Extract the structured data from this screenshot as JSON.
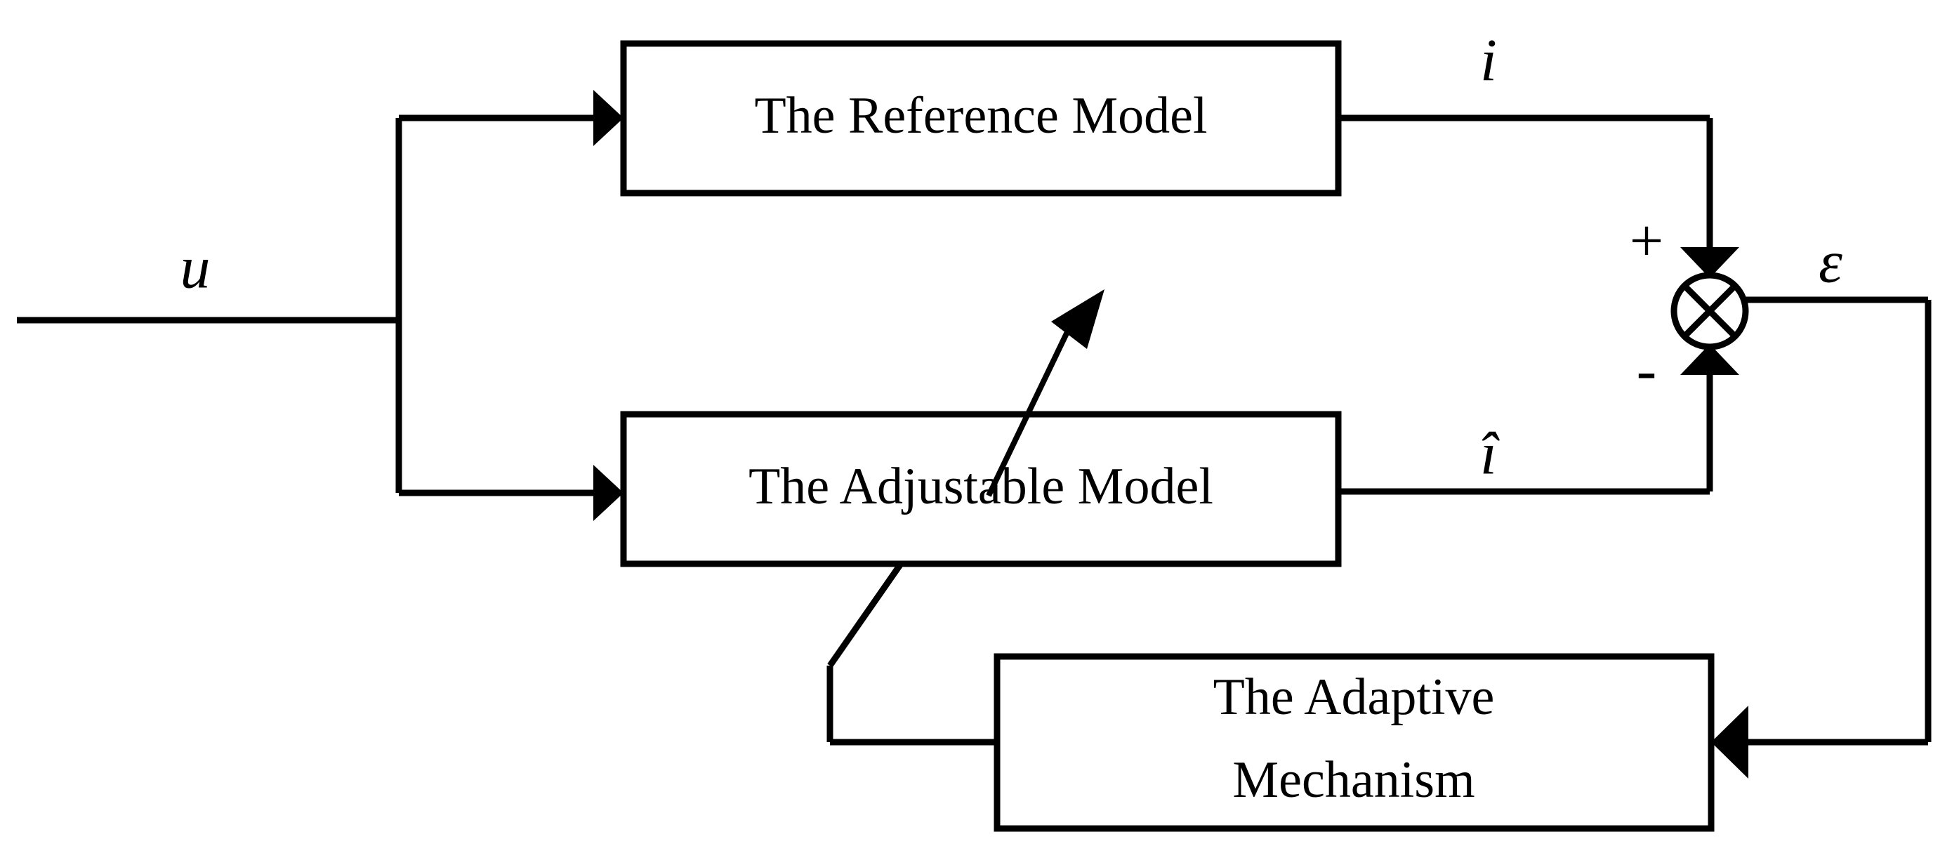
{
  "diagram": {
    "title": "Model Reference Adaptive System block diagram",
    "background_color": "#ffffff",
    "line_color": "#000000",
    "blocks": [
      {
        "id": "reference_model",
        "label": "The Reference Model"
      },
      {
        "id": "adjustable_model",
        "label": "The Adjustable Model"
      },
      {
        "id": "adaptive_mechanism",
        "label_line1": "The Adaptive",
        "label_line2": "Mechanism"
      }
    ],
    "signals": {
      "input": "u",
      "reference_output": "i",
      "estimated_output": "î",
      "error": "ε"
    },
    "summing_junction": {
      "type": "cross-circle",
      "positive_sign": "+",
      "negative_sign": "-"
    }
  }
}
